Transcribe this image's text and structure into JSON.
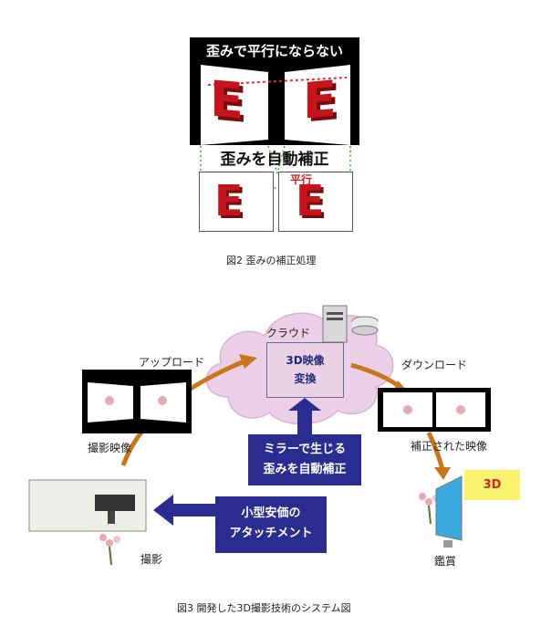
{
  "fig2": {
    "top_label": "歪みで平行にならない",
    "mid_label": "歪みを自動補正",
    "parallel_label": "平行",
    "caption": "図2 歪みの補正処理",
    "letter": "E"
  },
  "fig3": {
    "cloud_label": "クラウド",
    "conversion_box": [
      "3D映像",
      "変換"
    ],
    "upload_label": "アップロード",
    "download_label": "ダウンロード",
    "captured_label": "撮影映像",
    "corrected_label": "補正された映像",
    "mirror_box": [
      "ミラーで生じる",
      "歪みを自動補正"
    ],
    "attach_box": [
      "小型安価の",
      "アタッチメント"
    ],
    "shoot_label": "撮影",
    "view_label": "鑑賞",
    "badge_3d": "3D",
    "caption": "図3 開発した3D撮影技術のシステム図"
  },
  "colors": {
    "arrow_orange": "#c7761c",
    "arrow_navy": "#2a2d8f",
    "letter_red": "#c5141b",
    "cloud_fill": "#eacfe7",
    "badge_yellow": "#fbf36e"
  }
}
